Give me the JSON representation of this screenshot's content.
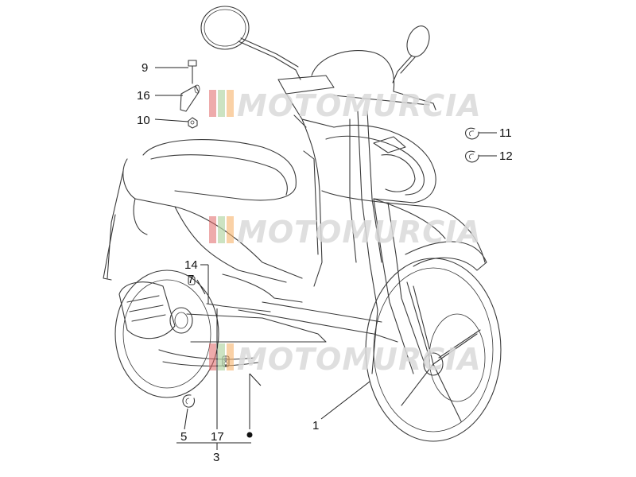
{
  "watermark": {
    "text": "MOTOMURCIA",
    "text_color": "#d9d9d9",
    "stripe_colors": [
      "#e06666",
      "#b7d7a8",
      "#f6b26b"
    ]
  },
  "callouts": [
    {
      "id": "9",
      "label": "9"
    },
    {
      "id": "16",
      "label": "16"
    },
    {
      "id": "10",
      "label": "10"
    },
    {
      "id": "11",
      "label": "11"
    },
    {
      "id": "12",
      "label": "12"
    },
    {
      "id": "14",
      "label": "14"
    },
    {
      "id": "7",
      "label": "7"
    },
    {
      "id": "1",
      "label": "1"
    },
    {
      "id": "5",
      "label": "5"
    },
    {
      "id": "17",
      "label": "17"
    },
    {
      "id": "3",
      "label": "3"
    }
  ],
  "colors": {
    "line": "#222222",
    "sketch": "#3a3a3a",
    "background": "#ffffff"
  }
}
